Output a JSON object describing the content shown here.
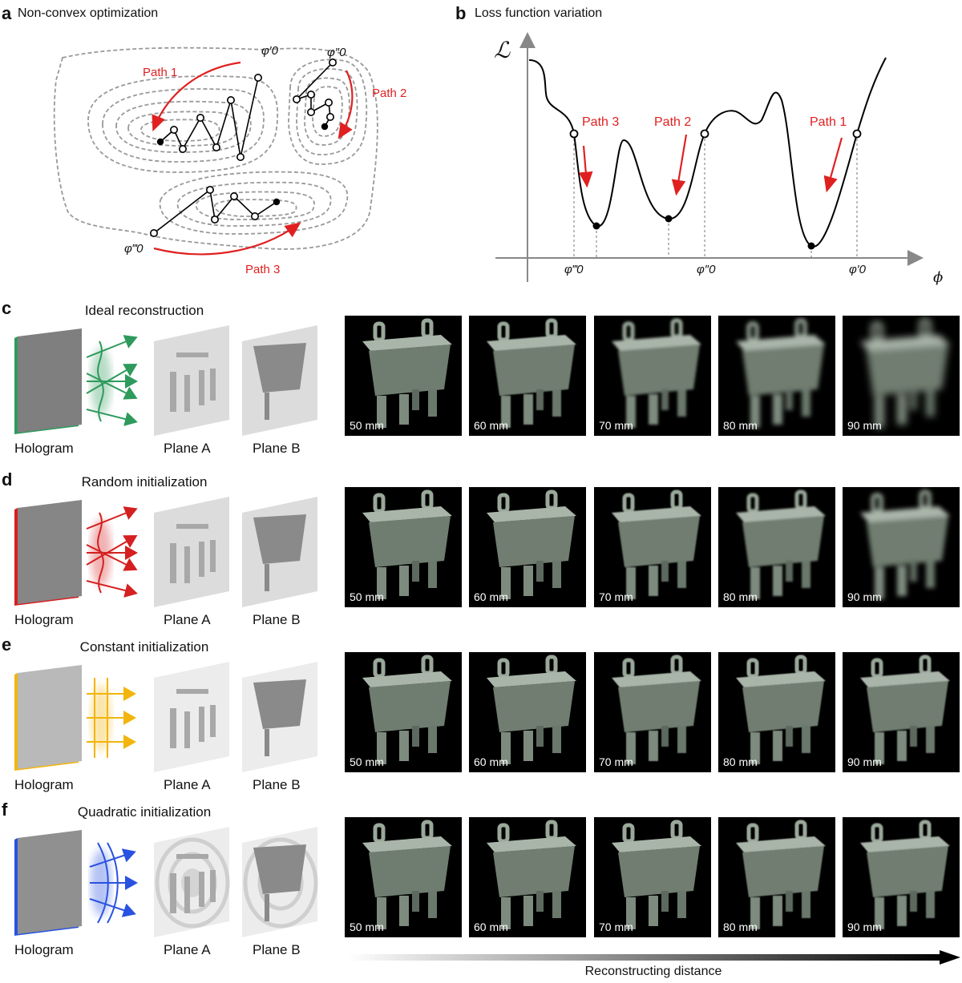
{
  "panel_a": {
    "letter": "a",
    "title": "Non-convex optimization",
    "paths": [
      "Path 1",
      "Path 2",
      "Path 3"
    ],
    "start_labels": [
      "φ′0",
      "φ″0",
      "φ‴0"
    ]
  },
  "panel_b": {
    "letter": "b",
    "title": "Loss function variation",
    "y_symbol": "ℒ",
    "x_symbol": "ϕ",
    "paths": [
      "Path 3",
      "Path 2",
      "Path 1"
    ],
    "tick_labels": [
      "φ‴0",
      "φ″0",
      "φ′0"
    ]
  },
  "rows": [
    {
      "letter": "c",
      "title": "Ideal reconstruction",
      "hologram_label": "Hologram",
      "plane_a_label": "Plane A",
      "plane_b_label": "Plane B",
      "accent": "#2e9a5c",
      "distances": [
        "50 mm",
        "60 mm",
        "70 mm",
        "80 mm",
        "90 mm"
      ],
      "blur": [
        0,
        0.8,
        1.6,
        2.6,
        4.5
      ]
    },
    {
      "letter": "d",
      "title": "Random initialization",
      "hologram_label": "Hologram",
      "plane_a_label": "Plane A",
      "plane_b_label": "Plane B",
      "accent": "#d42020",
      "distances": [
        "50 mm",
        "60 mm",
        "70 mm",
        "80 mm",
        "90 mm"
      ],
      "blur": [
        0,
        0.3,
        0.8,
        1.4,
        3.0
      ]
    },
    {
      "letter": "e",
      "title": "Constant initialization",
      "hologram_label": "Hologram",
      "plane_a_label": "Plane A",
      "plane_b_label": "Plane B",
      "accent": "#f2b50c",
      "distances": [
        "50 mm",
        "60 mm",
        "70 mm",
        "80 mm",
        "90 mm"
      ],
      "blur": [
        0,
        0.2,
        0.4,
        0.6,
        0.8
      ]
    },
    {
      "letter": "f",
      "title": "Quadratic initialization",
      "hologram_label": "Hologram",
      "plane_a_label": "Plane A",
      "plane_b_label": "Plane B",
      "accent": "#2952e0",
      "distances": [
        "50 mm",
        "60 mm",
        "70 mm",
        "80 mm",
        "90 mm"
      ],
      "blur": [
        0,
        0.2,
        0.3,
        0.5,
        0.7
      ]
    }
  ],
  "bottom_axis": {
    "label": "Reconstructing distance"
  }
}
